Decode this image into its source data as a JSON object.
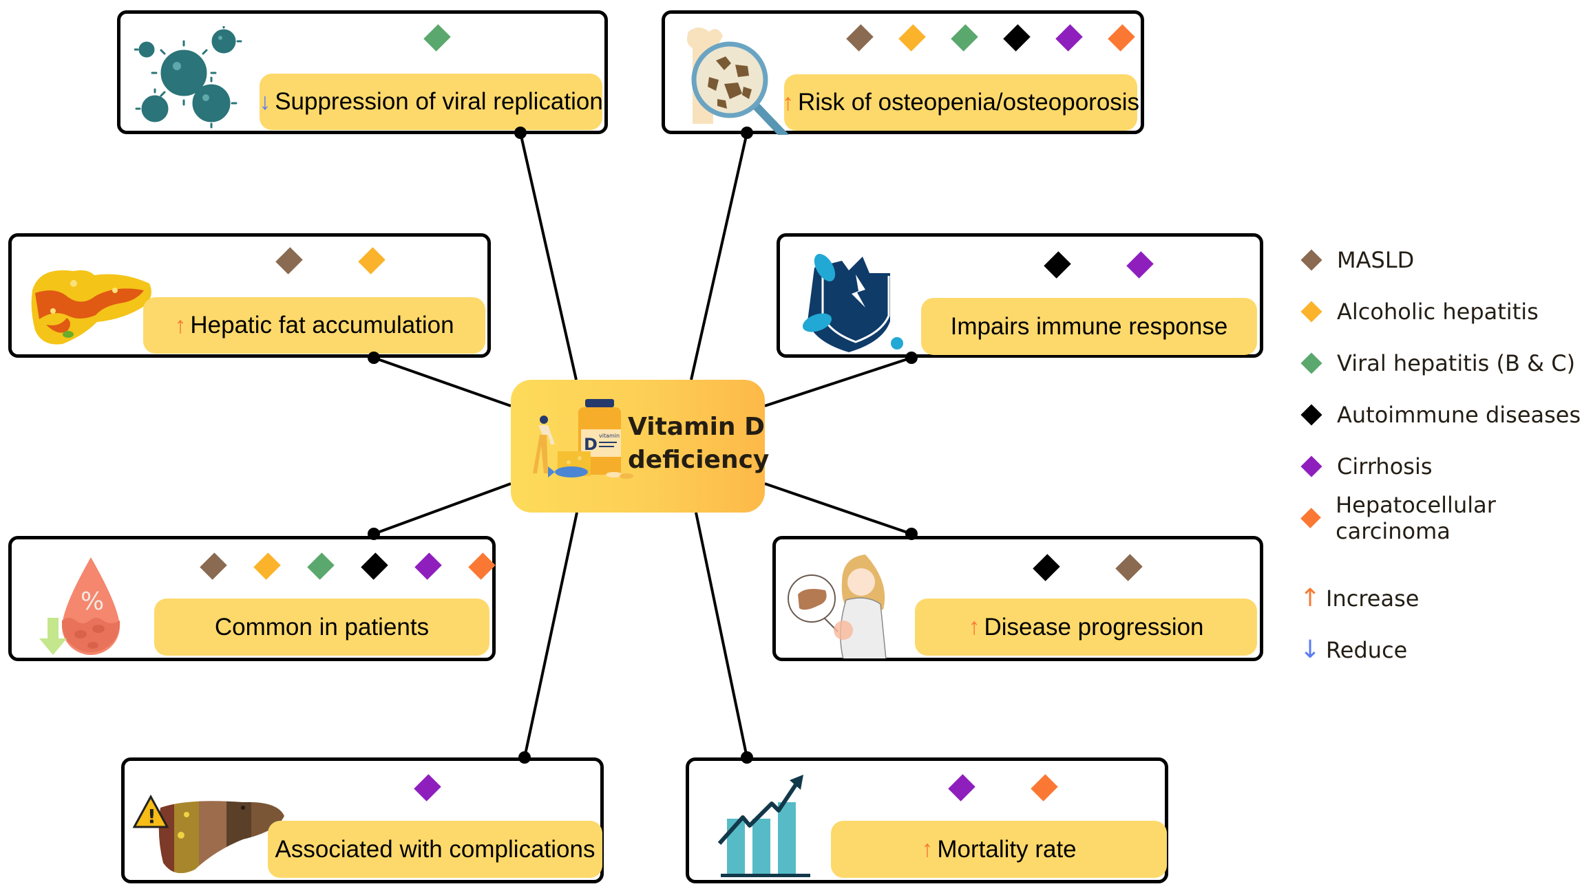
{
  "diagram": {
    "title": "Vitamin D deficiency",
    "title_lines": [
      "Vitamin D",
      "deficiency"
    ],
    "center_icon": "vitamin-d-bottle-icon",
    "center_icon_label": "vitamin"
  },
  "conditions": [
    {
      "key": "masld",
      "label": "MASLD",
      "color": "#8a6a50"
    },
    {
      "key": "alcoholic",
      "label": "Alcoholic hepatitis",
      "color": "#fbb32b"
    },
    {
      "key": "viral",
      "label": "Viral hepatitis (B & C)",
      "color": "#5aa86d"
    },
    {
      "key": "autoimmune",
      "label": "Autoimmune diseases",
      "color": "#000000"
    },
    {
      "key": "cirrhosis",
      "label": "Cirrhosis",
      "color": "#8e1fbd"
    },
    {
      "key": "hcc",
      "label": "Hepatocellular carcinoma",
      "color": "#fb7834"
    }
  ],
  "direction_legend": [
    {
      "symbol": "↑",
      "label": "Increase",
      "color": "#f77a36"
    },
    {
      "symbol": "↓",
      "label": "Reduce",
      "color": "#5a7bf5"
    }
  ],
  "effects": [
    {
      "id": "viral-replication",
      "label": "Suppression of viral replication",
      "direction": "down",
      "arrow": "↓",
      "icon": "virus-icon",
      "markers": [
        "viral"
      ]
    },
    {
      "id": "osteoporosis",
      "label": "Risk of osteopenia/osteoporosis",
      "direction": "up",
      "arrow": "↑",
      "icon": "bone-magnifier-icon",
      "markers": [
        "masld",
        "alcoholic",
        "viral",
        "autoimmune",
        "cirrhosis",
        "hcc"
      ]
    },
    {
      "id": "hepatic-fat",
      "label": "Hepatic fat accumulation",
      "direction": "up",
      "arrow": "↑",
      "icon": "fatty-liver-icon",
      "markers": [
        "masld",
        "alcoholic"
      ]
    },
    {
      "id": "immune-response",
      "label": "Impairs immune response",
      "direction": "none",
      "arrow": "",
      "icon": "broken-shield-bacteria-icon",
      "markers": [
        "autoimmune",
        "cirrhosis"
      ]
    },
    {
      "id": "common-in-patients",
      "label": "Common in patients",
      "direction": "none",
      "arrow": "",
      "icon": "blood-drop-percent-icon",
      "markers": [
        "masld",
        "alcoholic",
        "viral",
        "autoimmune",
        "cirrhosis",
        "hcc"
      ]
    },
    {
      "id": "disease-progression",
      "label": "Disease progression",
      "direction": "up",
      "arrow": "↑",
      "icon": "woman-liver-pain-icon",
      "markers": [
        "autoimmune",
        "masld"
      ]
    },
    {
      "id": "complications",
      "label": "Associated with complications",
      "direction": "none",
      "arrow": "",
      "icon": "liver-stages-warning-icon",
      "markers": [
        "cirrhosis"
      ]
    },
    {
      "id": "mortality",
      "label": "Mortality rate",
      "direction": "up",
      "arrow": "↑",
      "icon": "rising-bar-chart-icon",
      "markers": [
        "cirrhosis",
        "hcc"
      ]
    }
  ]
}
